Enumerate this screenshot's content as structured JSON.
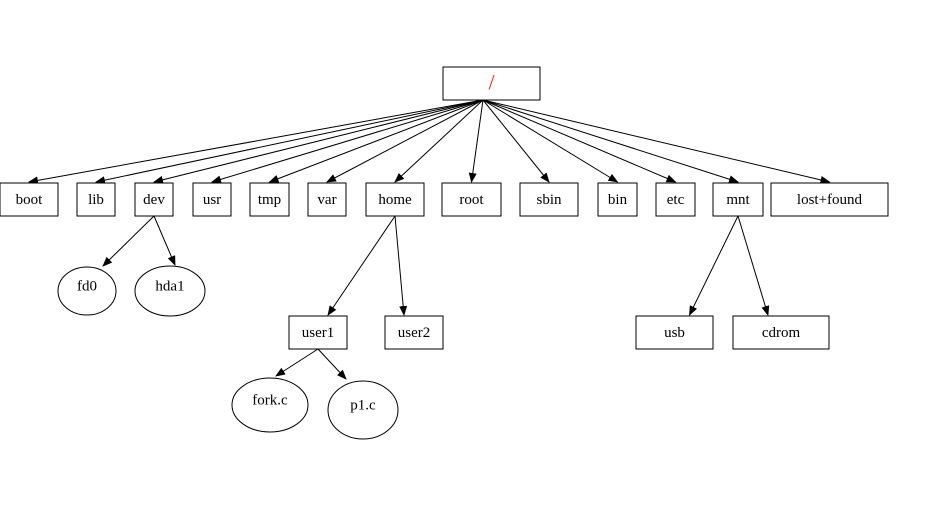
{
  "colors": {
    "line": "#000000",
    "text": "#000000",
    "root_text": "#e02020",
    "fill": "#ffffff"
  },
  "root": {
    "label": "/"
  },
  "top_dirs": [
    "boot",
    "lib",
    "dev",
    "usr",
    "tmp",
    "var",
    "home",
    "root",
    "sbin",
    "bin",
    "etc",
    "mnt",
    "lost+found"
  ],
  "dev_children": [
    "fd0",
    "hda1"
  ],
  "home_children": [
    "user1",
    "user2"
  ],
  "user1_children": [
    "fork.c",
    "p1.c"
  ],
  "mnt_children": [
    "usb",
    "cdrom"
  ]
}
